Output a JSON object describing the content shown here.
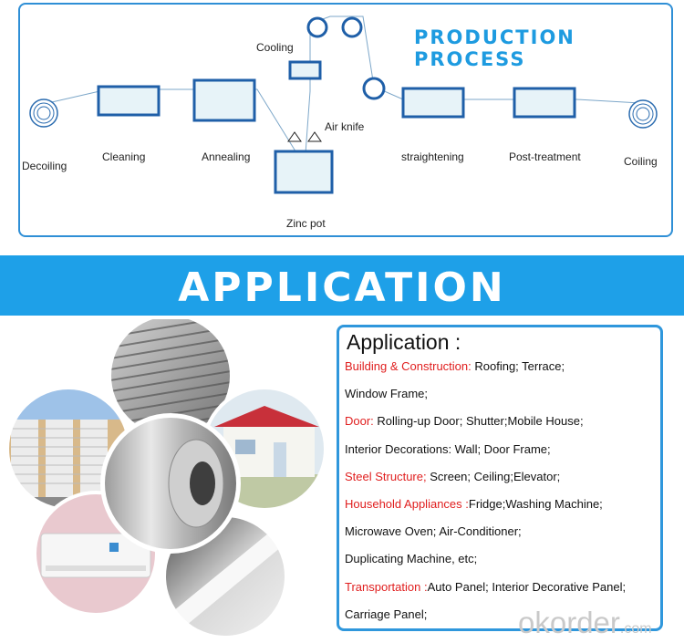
{
  "process": {
    "title": "PRODUCTION PROCESS",
    "steps": {
      "decoiling": "Decoiling",
      "cleaning": "Cleaning",
      "annealing": "Annealing",
      "cooling": "Cooling",
      "air_knife": "Air knife",
      "zinc_pot": "Zinc pot",
      "straightening": "straightening",
      "post_treatment": "Post-treatment",
      "coiling": "Coiling"
    }
  },
  "banner": {
    "title": "APPLICATION"
  },
  "application": {
    "heading": "Application :",
    "lines": [
      {
        "category": "Building & Construction:",
        "text": " Roofing; Terrace;"
      },
      {
        "category": "",
        "text": "Window Frame;"
      },
      {
        "category": "Door:",
        "text": " Rolling-up Door; Shutter;Mobile House;"
      },
      {
        "category": "",
        "text": "Interior Decorations: Wall; Door Frame;"
      },
      {
        "category": "Steel Structure;",
        "text": " Screen; Ceiling;Elevator;"
      },
      {
        "category": "Household Appliances :",
        "text": "Fridge;Washing Machine;"
      },
      {
        "category": "",
        "text": "Microwave Oven; Air-Conditioner;"
      },
      {
        "category": "",
        "text": "Duplicating Machine, etc;"
      },
      {
        "category": "Transportation :",
        "text": "Auto Panel; Interior Decorative Panel;"
      },
      {
        "category": "",
        "text": "Carriage Panel;"
      }
    ]
  },
  "watermark": {
    "main": "okorder",
    "suffix": ".com"
  },
  "colors": {
    "accent": "#1ea0e8",
    "category_red": "#e01e1e",
    "panel_border": "#2f8fd6"
  }
}
